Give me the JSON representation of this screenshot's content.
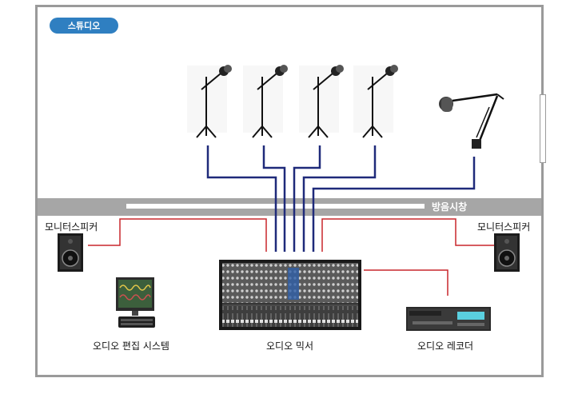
{
  "diagram": {
    "studio_label": "스튜디오",
    "booth_label": "방음시창",
    "monitor_left_label": "모니터스피커",
    "monitor_right_label": "모니터스피커",
    "editing_label": "오디오 편집 시스템",
    "mixer_label": "오디오 믹서",
    "recorder_label": "오디오 레코더"
  },
  "colors": {
    "mic_cable": "#1f2a7a",
    "speaker_cable": "#c8262b",
    "badge": "#2f7fc1",
    "frame": "#9a9a9a"
  },
  "icons": [
    "microphone-stand-icon",
    "boom-arm-microphone-icon",
    "monitor-speaker-icon",
    "desktop-computer-icon",
    "audio-mixer-icon",
    "audio-recorder-icon"
  ]
}
